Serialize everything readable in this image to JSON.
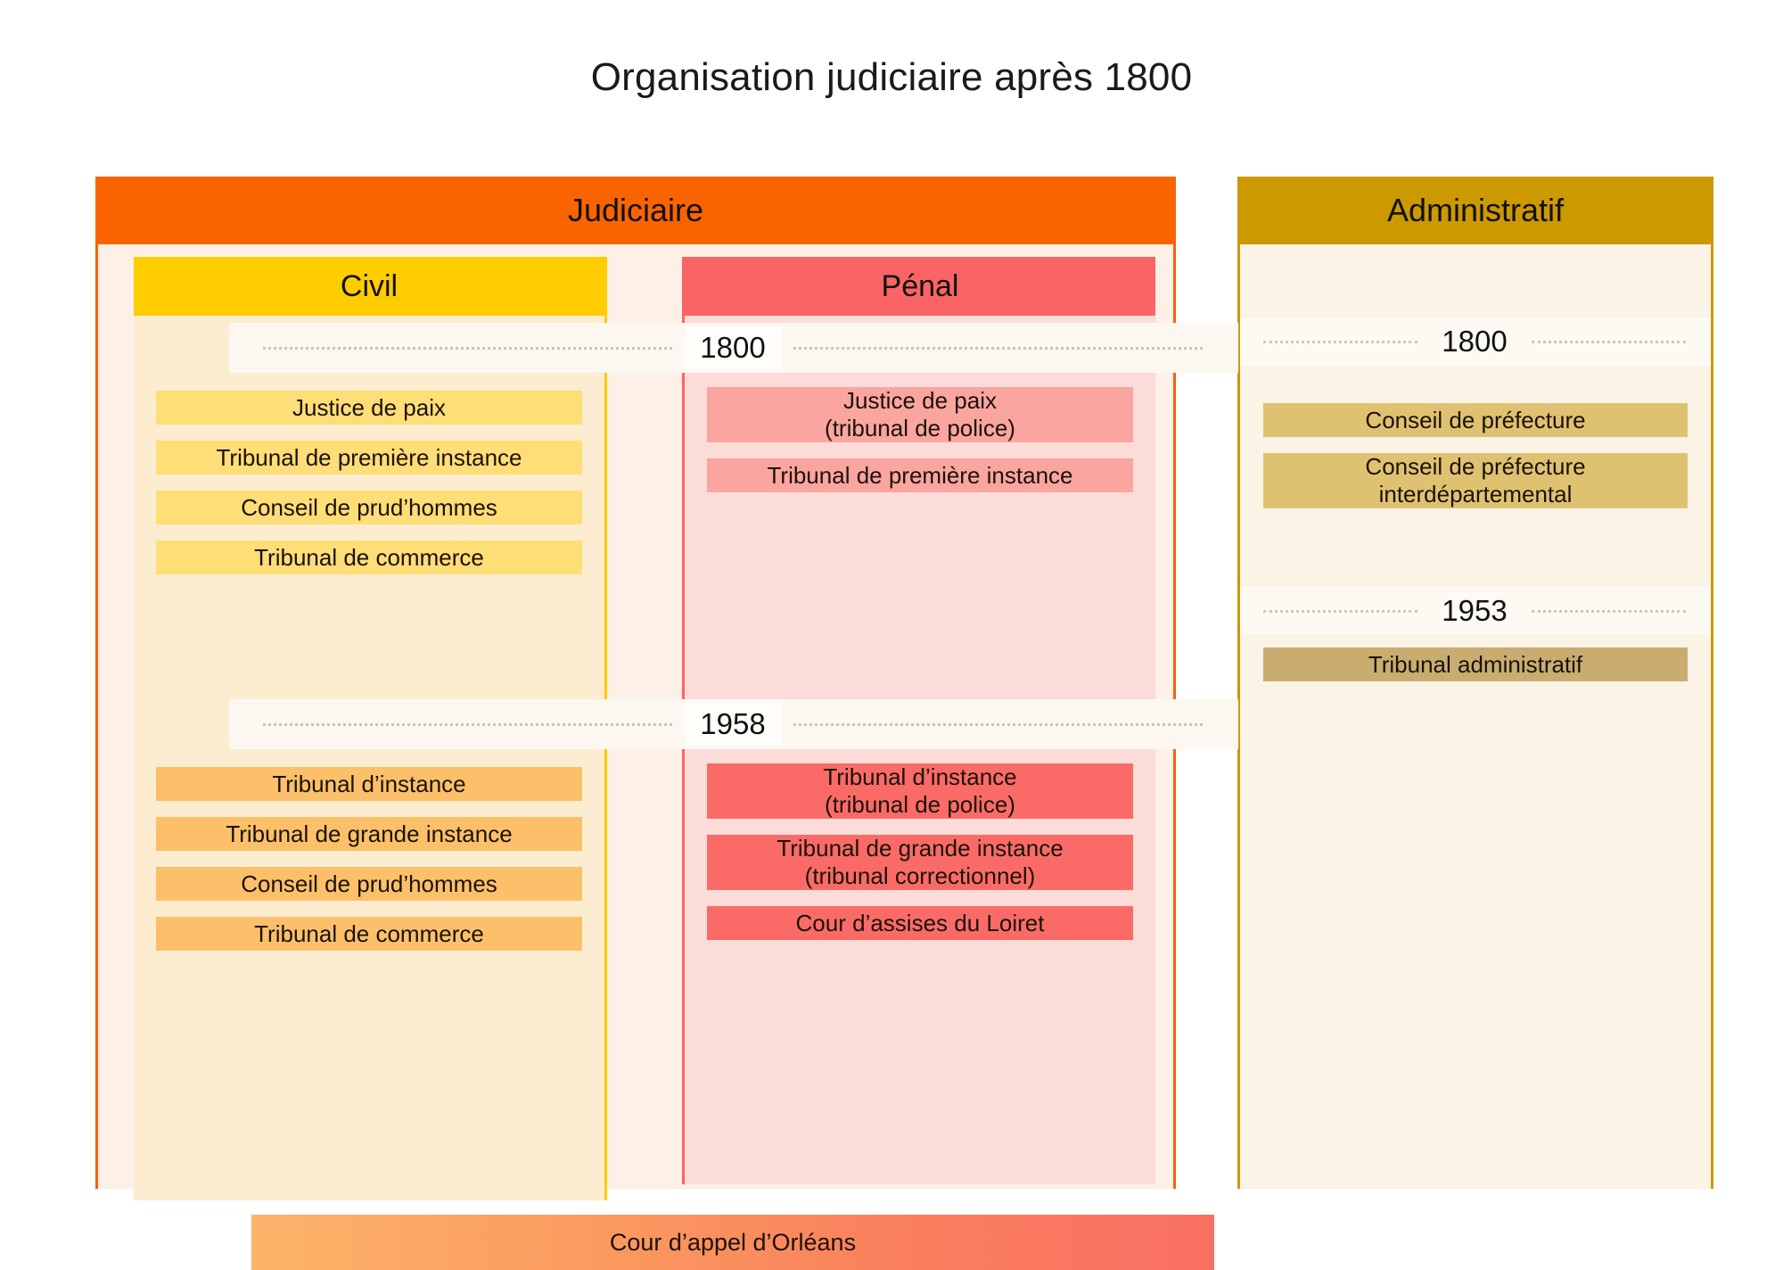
{
  "title": "Organisation judiciaire après 1800",
  "colors": {
    "judiciaire_header": "#fa6400",
    "civil_header": "#ffcc00",
    "penal_header": "#fa6464",
    "administratif_header": "#cc9900",
    "civil_1800_item": "#ffdd77",
    "civil_1958_item": "#fcc06a",
    "penal_1800_item": "#fba5a0",
    "penal_1958_item": "#fa6b68",
    "admin_1800_item": "#dfc271",
    "admin_1953_item": "#c9ad70",
    "cour_appel_gradient_start": "#fcb469",
    "cour_appel_gradient_end": "#f96f63"
  },
  "judiciaire": {
    "header": "Judiciaire",
    "eras": [
      {
        "year": "1800"
      },
      {
        "year": "1958"
      }
    ],
    "columns": [
      {
        "header": "Civil",
        "periods": [
          {
            "era": "1800",
            "items": [
              "Justice de paix",
              "Tribunal de première instance",
              "Conseil de prud’hommes",
              "Tribunal de commerce"
            ]
          },
          {
            "era": "1958",
            "items": [
              "Tribunal d’instance",
              "Tribunal de grande instance",
              "Conseil de prud’hommes",
              "Tribunal de commerce"
            ]
          }
        ]
      },
      {
        "header": "Pénal",
        "periods": [
          {
            "era": "1800",
            "items": [
              "Justice de paix\n(tribunal de police)",
              "Tribunal de première instance"
            ]
          },
          {
            "era": "1958",
            "items": [
              "Tribunal d’instance\n(tribunal de police)",
              "Tribunal de grande instance\n(tribunal correctionnel)",
              "Cour d’assises du Loiret"
            ]
          }
        ]
      }
    ],
    "spanning_item": "Cour d’appel d’Orléans"
  },
  "administratif": {
    "header": "Administratif",
    "eras": [
      {
        "year": "1800"
      },
      {
        "year": "1953"
      }
    ],
    "periods": [
      {
        "era": "1800",
        "items": [
          "Conseil de préfecture",
          "Conseil de préfecture\ninterdépartemental"
        ]
      },
      {
        "era": "1953",
        "items": [
          "Tribunal administratif"
        ]
      }
    ]
  }
}
